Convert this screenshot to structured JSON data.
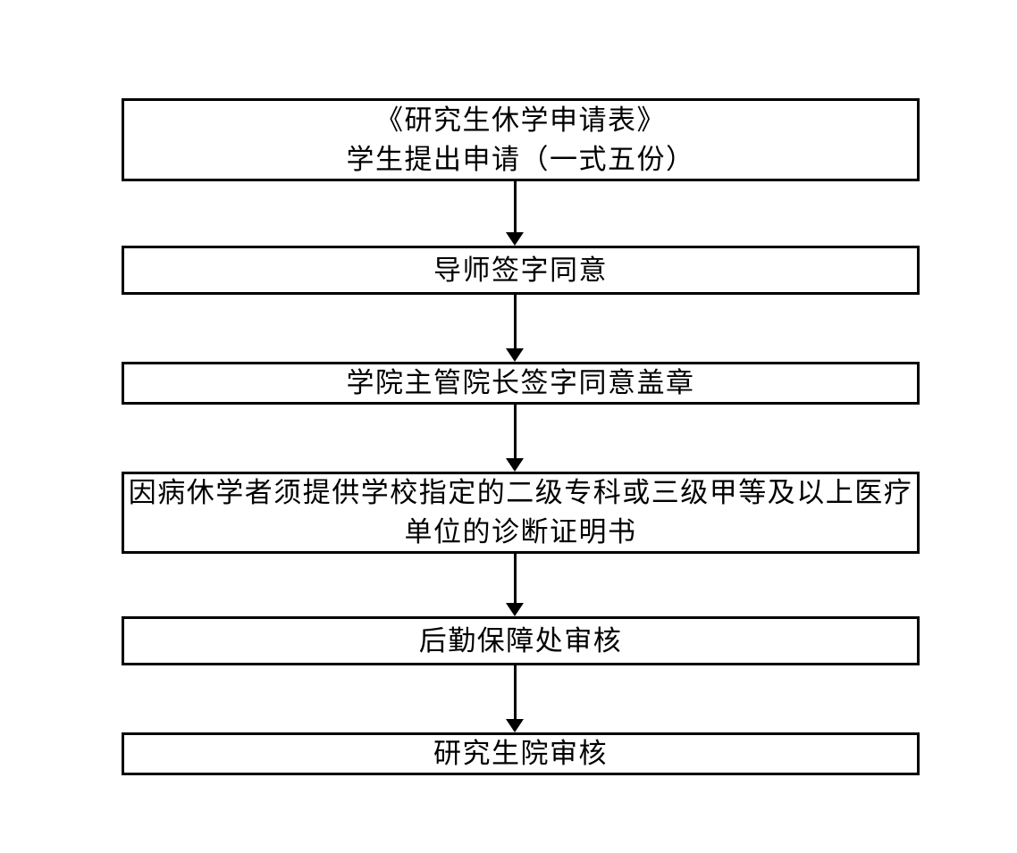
{
  "flowchart": {
    "description": "graduate-student-leave-application-flow",
    "colors": {
      "border": "#000000",
      "text": "#000000",
      "background": "#ffffff"
    },
    "boxes": [
      {
        "id": "step-application",
        "lines": [
          "《研究生休学申请表》",
          "学生提出申请（一式五份）"
        ]
      },
      {
        "id": "step-supervisor",
        "lines": [
          "导师签字同意"
        ]
      },
      {
        "id": "step-college-dean",
        "lines": [
          "学院主管院长签字同意盖章"
        ]
      },
      {
        "id": "step-medical-certificate",
        "lines": [
          "因病休学者须提供学校指定的二级专科或三级甲等及以上医疗",
          "单位的诊断证明书"
        ]
      },
      {
        "id": "step-logistics-review",
        "lines": [
          "后勤保障处审核"
        ]
      },
      {
        "id": "step-graduate-school-review",
        "lines": [
          "研究生院审核"
        ]
      }
    ]
  }
}
